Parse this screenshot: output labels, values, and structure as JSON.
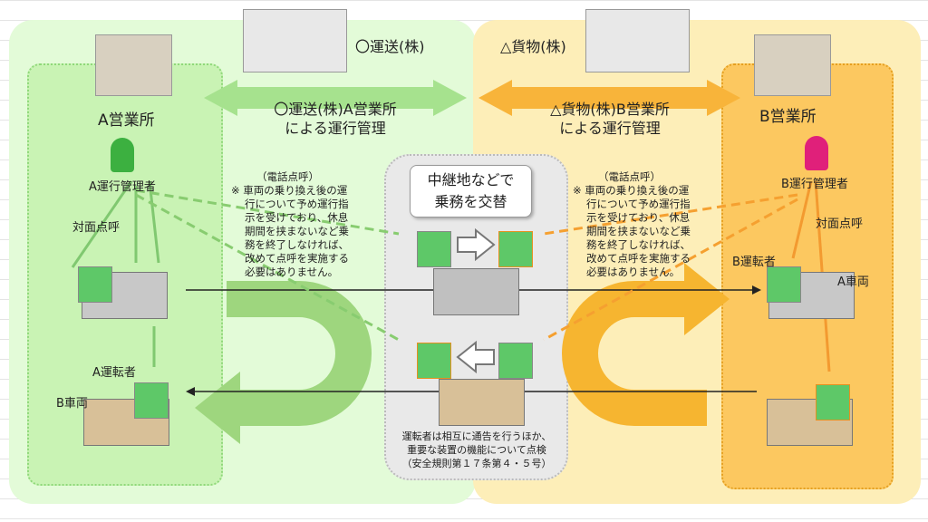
{
  "companies": {
    "a": "〇運送(株)",
    "b": "△貨物(株)"
  },
  "offices": {
    "a": "A営業所",
    "b": "B営業所"
  },
  "managers": {
    "a": "A運行管理者",
    "b": "B運行管理者"
  },
  "ops_mgmt": {
    "a_line1": "〇運送(株)A営業所",
    "a_line2": "による運行管理",
    "b_line1": "△貨物(株)B営業所",
    "b_line2": "による運行管理"
  },
  "roll_call": {
    "face_a": "対面点呼",
    "face_b": "対面点呼",
    "phone_a": "（電話点呼）",
    "phone_b": "（電話点呼）"
  },
  "note": [
    "※ 車両の乗り換え後の運",
    "行について予め運行指",
    "示を受けており、休息",
    "期間を挟まないなど乗",
    "務を終了しなければ、",
    "改めて点呼を実施する",
    "必要はありません。"
  ],
  "relay": {
    "line1": "中継地などで",
    "line2": "乗務を交替"
  },
  "labels": {
    "driver_a": "A運転者",
    "driver_b": "B運転者",
    "vehicle_a": "A車両",
    "vehicle_b": "B車両"
  },
  "center_note": [
    "運転者は相互に通告を行うほか、",
    "重要な装置の機能について点検",
    "（安全規則第１７条第４・５号）"
  ]
}
